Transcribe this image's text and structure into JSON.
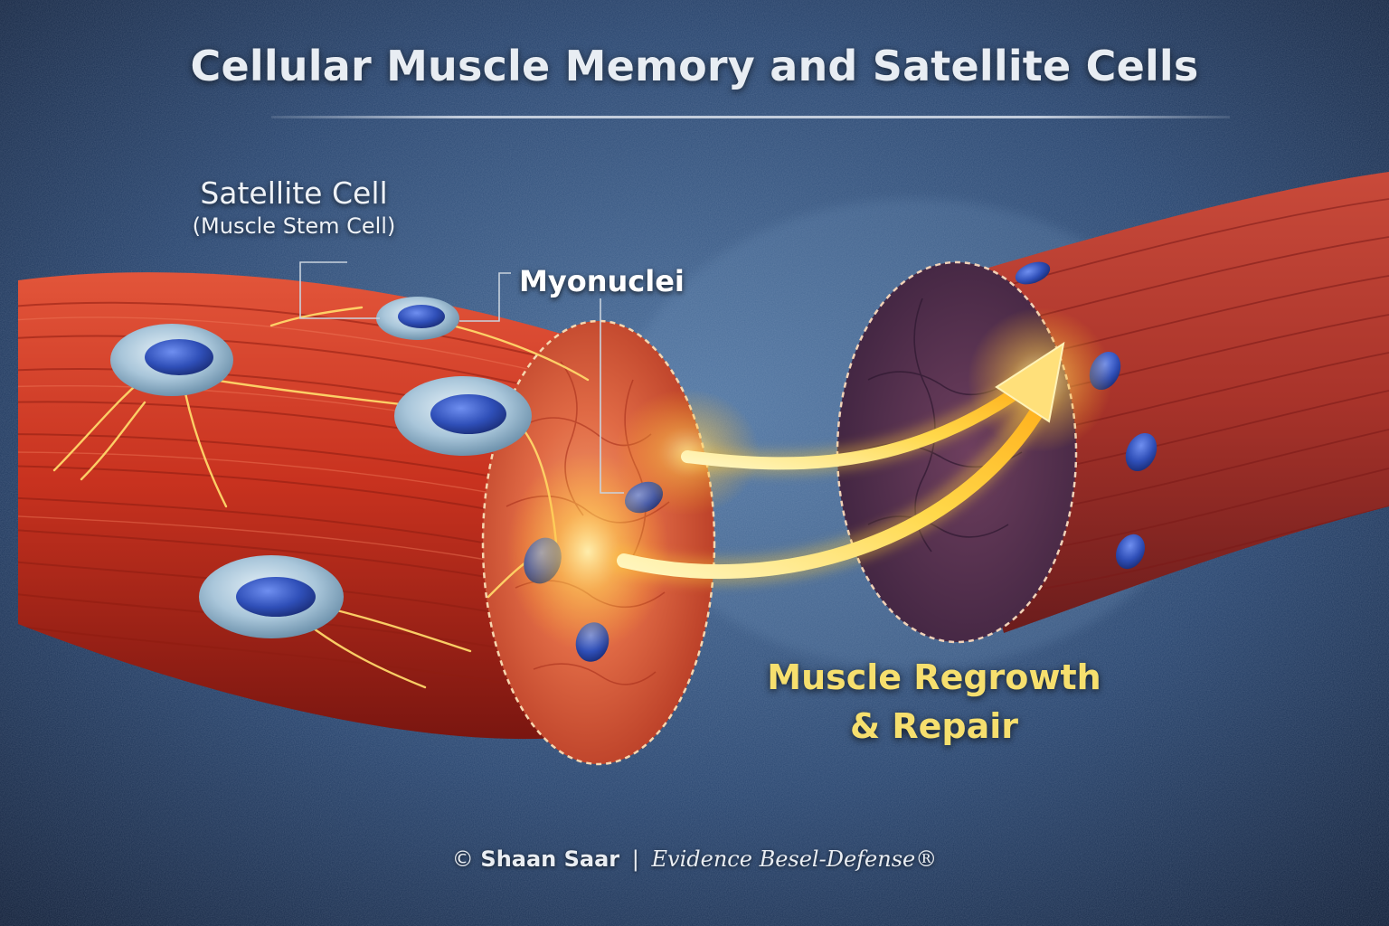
{
  "title": "Cellular Muscle Memory and Satellite Cells",
  "labels": {
    "satellite_cell": "Satellite Cell",
    "satellite_cell_sub": "(Muscle Stem Cell)",
    "myonuclei": "Myonuclei",
    "regrowth_line1": "Muscle Regrowth",
    "regrowth_line2": "& Repair"
  },
  "credit": {
    "copyright": "©",
    "author": "Shaan Saar",
    "separator": "|",
    "organization": "Evidence Besel-Defense®"
  },
  "colors": {
    "background": "#1d3358",
    "muscle": "#c8321f",
    "nucleus": "#2f4fb8",
    "satellite_cell_body": "#a9c6da",
    "signal": "#ffd84a"
  }
}
